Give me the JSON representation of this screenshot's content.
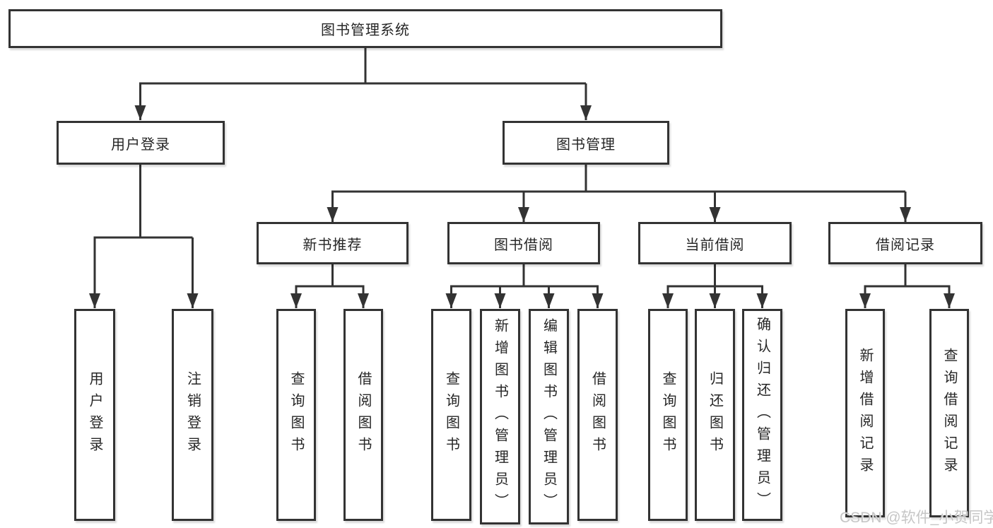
{
  "diagram": {
    "type": "hierarchy",
    "title": "图书管理系统"
  },
  "tree": {
    "root": {
      "label": "图书管理系统",
      "children": [
        {
          "label": "用户登录",
          "children": [
            {
              "label": "用户登录"
            },
            {
              "label": "注销登录"
            }
          ]
        },
        {
          "label": "图书管理",
          "children": [
            {
              "label": "新书推荐",
              "children": [
                {
                  "label": "查询图书"
                },
                {
                  "label": "借阅图书"
                }
              ]
            },
            {
              "label": "图书借阅",
              "children": [
                {
                  "label": "查询图书"
                },
                {
                  "label": "新增图书（管理员）"
                },
                {
                  "label": "编辑图书（管理员）"
                },
                {
                  "label": "借阅图书"
                }
              ]
            },
            {
              "label": "当前借阅",
              "children": [
                {
                  "label": "查询图书"
                },
                {
                  "label": "归还图书"
                },
                {
                  "label": "确认归还（管理员）"
                }
              ]
            },
            {
              "label": "借阅记录",
              "children": [
                {
                  "label": "新增借阅记录"
                },
                {
                  "label": "查询借阅记录"
                }
              ]
            }
          ]
        }
      ]
    }
  },
  "watermark": {
    "text": "CSDN @软件_小贺同学"
  },
  "colors": {
    "line": "#333333",
    "box_border": "#333333",
    "text": "#262626",
    "watermark": "#c6c6c6",
    "background": "#ffffff"
  }
}
